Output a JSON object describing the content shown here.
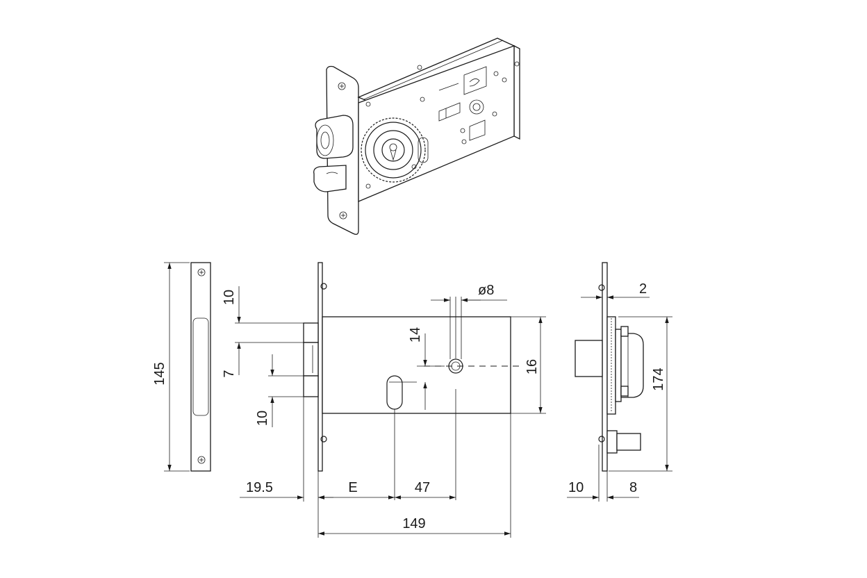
{
  "dimensions": {
    "front_height": "145",
    "bolt_offset_top": "10",
    "latch_gap": "7",
    "latch_offset_bottom": "10",
    "backset_faceplate": "19.5",
    "backset_e": "E",
    "cylinder_to_keyhole": "47",
    "case_length": "149",
    "hole_diameter": "ø8",
    "keyhole_offset": "14",
    "case_height": "16",
    "faceplate_thickness": "2",
    "side_height": "174",
    "side_offset_left": "10",
    "side_offset_right": "8"
  },
  "colors": {
    "line": "#1a1a1a",
    "background": "#ffffff"
  }
}
